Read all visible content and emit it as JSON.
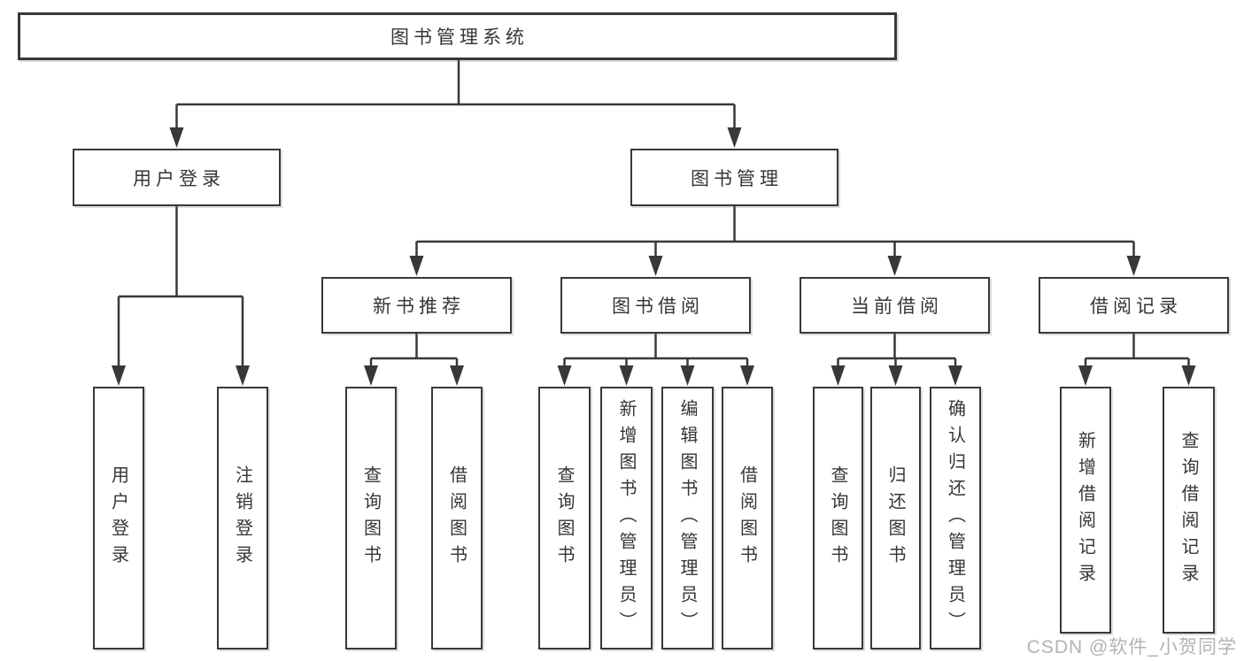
{
  "diagram_type": "hierarchy-tree",
  "colors": {
    "line": "#383838",
    "box_background": "#ffffff",
    "text": "#363636",
    "watermark": "#b3b3b3"
  },
  "tree": {
    "root": {
      "label": "图书管理系统",
      "children": [
        {
          "label": "用户登录",
          "children": [
            {
              "label": "用户登录"
            },
            {
              "label": "注销登录"
            }
          ]
        },
        {
          "label": "图书管理",
          "children": [
            {
              "label": "新书推荐",
              "children": [
                {
                  "label": "查询图书"
                },
                {
                  "label": "借阅图书"
                }
              ]
            },
            {
              "label": "图书借阅",
              "children": [
                {
                  "label": "查询图书"
                },
                {
                  "label": "新增图书（管理员）"
                },
                {
                  "label": "编辑图书（管理员）"
                },
                {
                  "label": "借阅图书"
                }
              ]
            },
            {
              "label": "当前借阅",
              "children": [
                {
                  "label": "查询图书"
                },
                {
                  "label": "归还图书"
                },
                {
                  "label": "确认归还（管理员）"
                }
              ]
            },
            {
              "label": "借阅记录",
              "children": [
                {
                  "label": "新增借阅记录"
                },
                {
                  "label": "查询借阅记录"
                }
              ]
            }
          ]
        }
      ]
    }
  },
  "watermark": {
    "text": "CSDN @软件_小贺同学"
  }
}
